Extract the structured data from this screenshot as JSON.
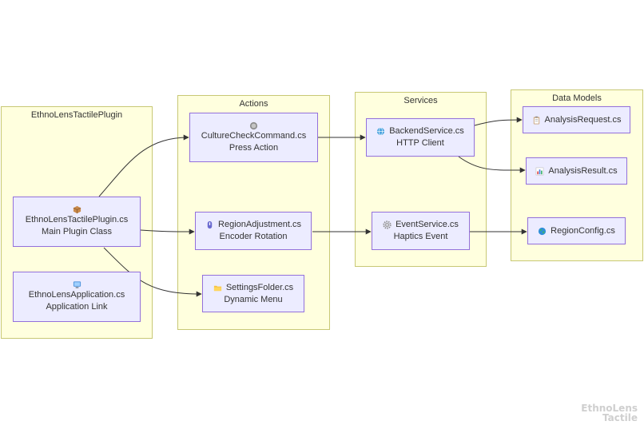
{
  "clusters": {
    "plugin": "EthnoLensTactilePlugin",
    "actions": "Actions",
    "services": "Services",
    "models": "Data Models"
  },
  "nodes": {
    "plugin_main": {
      "title": "EthnoLensTactilePlugin.cs",
      "subtitle": "Main Plugin Class",
      "icon": "package-icon"
    },
    "app_link": {
      "title": "EthnoLensApplication.cs",
      "subtitle": "Application Link",
      "icon": "monitor-icon"
    },
    "culture_check": {
      "title": "CultureCheckCommand.cs",
      "subtitle": "Press Action",
      "icon": "radio-button-icon"
    },
    "region_adjust": {
      "title": "RegionAdjustment.cs",
      "subtitle": "Encoder Rotation",
      "icon": "knob-icon"
    },
    "settings_folder": {
      "title": "SettingsFolder.cs",
      "subtitle": "Dynamic Menu",
      "icon": "folder-icon"
    },
    "backend_service": {
      "title": "BackendService.cs",
      "subtitle": "HTTP Client",
      "icon": "globe-icon"
    },
    "event_service": {
      "title": "EventService.cs",
      "subtitle": "Haptics Event",
      "icon": "gear-icon"
    },
    "analysis_request": {
      "title": "AnalysisRequest.cs",
      "icon": "clipboard-icon"
    },
    "analysis_result": {
      "title": "AnalysisResult.cs",
      "icon": "bar-chart-icon"
    },
    "region_config": {
      "title": "RegionConfig.cs",
      "icon": "earth-icon"
    }
  },
  "watermark": {
    "line1": "EthnoLens",
    "line2": "Tactile"
  }
}
